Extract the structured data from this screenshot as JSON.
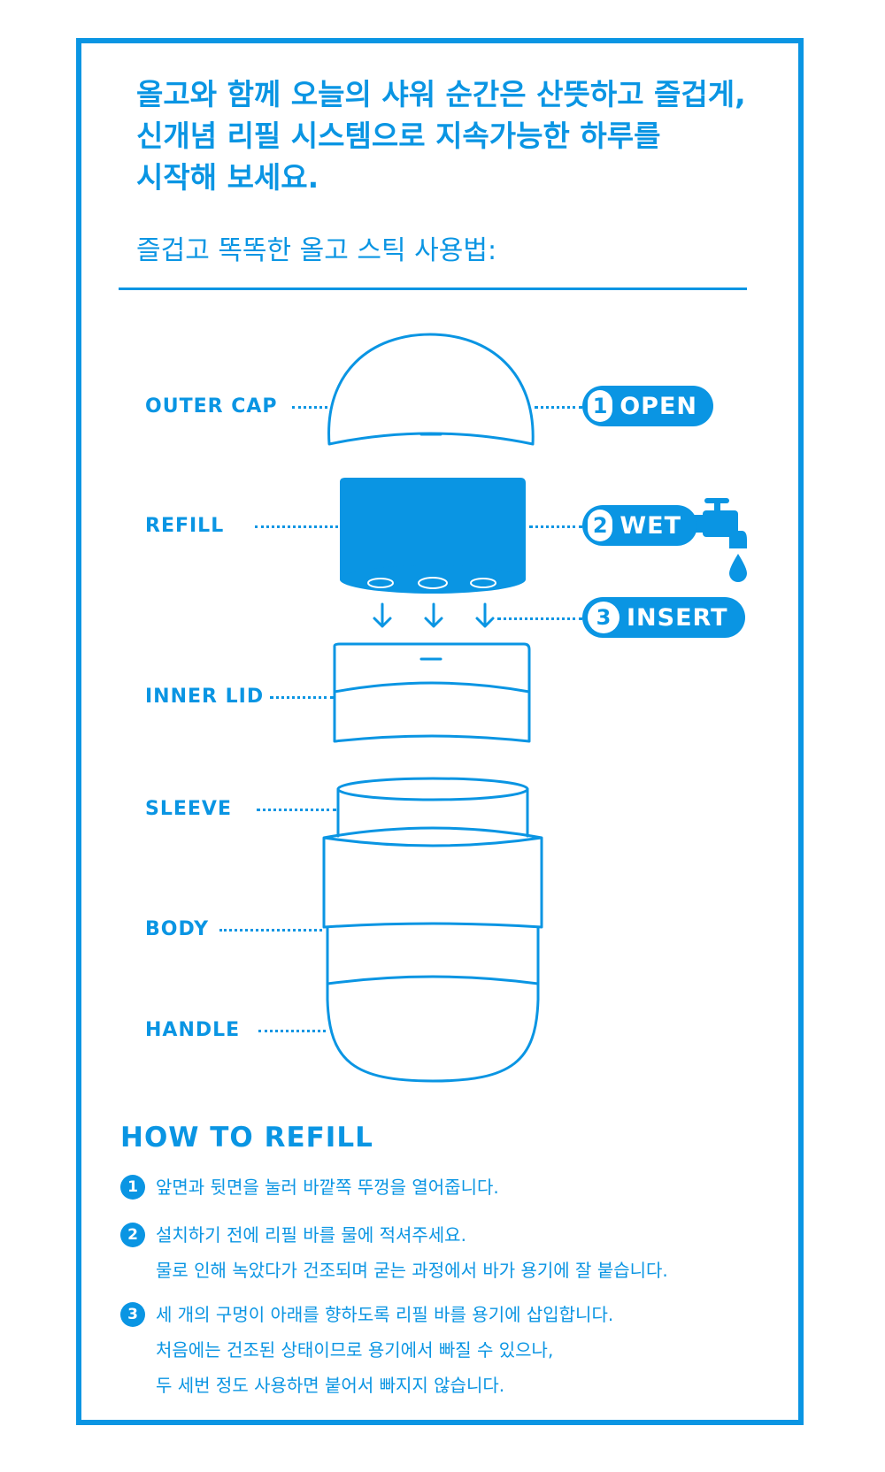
{
  "headline": {
    "line1": "올고와 함께 오늘의 샤워 순간은 산뜻하고 즐겁게,",
    "line2": "신개념 리필 시스템으로 지속가능한 하루를",
    "line3": "시작해 보세요."
  },
  "subtitle": "즐겁고 똑똑한 올고 스틱 사용법:",
  "parts": {
    "outer_cap": "OUTER CAP",
    "refill": "REFILL",
    "inner_lid": "INNER LID",
    "sleeve": "SLEEVE",
    "body": "BODY",
    "handle": "HANDLE"
  },
  "actions": [
    {
      "num": "1",
      "label": "OPEN"
    },
    {
      "num": "2",
      "label": "WET"
    },
    {
      "num": "3",
      "label": "INSERT"
    }
  ],
  "howto": {
    "title": "HOW TO REFILL",
    "steps": [
      {
        "num": "1",
        "lines": [
          "앞면과 뒷면을 눌러 바깥쪽 뚜껑을 열어줍니다."
        ]
      },
      {
        "num": "2",
        "lines": [
          "설치하기 전에 리필 바를 물에 적셔주세요.",
          "물로 인해 녹았다가 건조되며 굳는 과정에서 바가 용기에 잘 붙습니다."
        ]
      },
      {
        "num": "3",
        "lines": [
          "세 개의 구멍이 아래를 향하도록 리필 바를 용기에 삽입합니다.",
          "처음에는 건조된 상태이므로 용기에서 빠질 수 있으나,",
          "두 세번 정도 사용하면 붙어서 빠지지 않습니다."
        ]
      }
    ]
  },
  "colors": {
    "brand_blue": "#0a95e3",
    "background": "#ffffff"
  },
  "icons": [
    "faucet-icon",
    "water-drop-icon",
    "down-arrow-icon"
  ]
}
